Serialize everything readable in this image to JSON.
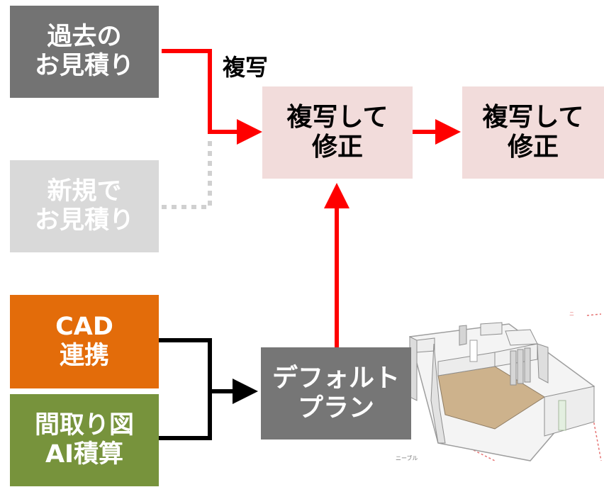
{
  "boxes": {
    "past_estimate": {
      "lines": [
        "過去の",
        "お見積り"
      ],
      "color": "#737373"
    },
    "new_estimate": {
      "lines": [
        "新規で",
        "お見積り"
      ],
      "color": "#d9d9d9"
    },
    "cad": {
      "lines": [
        "CAD",
        "連携"
      ],
      "color": "#e36c0a"
    },
    "floorplan_ai": {
      "lines": [
        "間取り図",
        "AI積算"
      ],
      "color": "#77933c"
    },
    "copy_edit_1": {
      "lines": [
        "複写して",
        "修正"
      ],
      "color": "#f2dcdb"
    },
    "copy_edit_2": {
      "lines": [
        "複写して",
        "修正"
      ],
      "color": "#f2dcdb"
    },
    "default_plan": {
      "lines": [
        "デフォルト",
        "プラン"
      ],
      "color": "#767676"
    }
  },
  "labels": {
    "copy": "複写"
  },
  "room_image": {
    "icon": "3d-room-render",
    "caption": "ニーブル"
  },
  "colors": {
    "arrow_red": "#ff0000",
    "arrow_black": "#000000",
    "dotted": "#d0d0d0"
  }
}
